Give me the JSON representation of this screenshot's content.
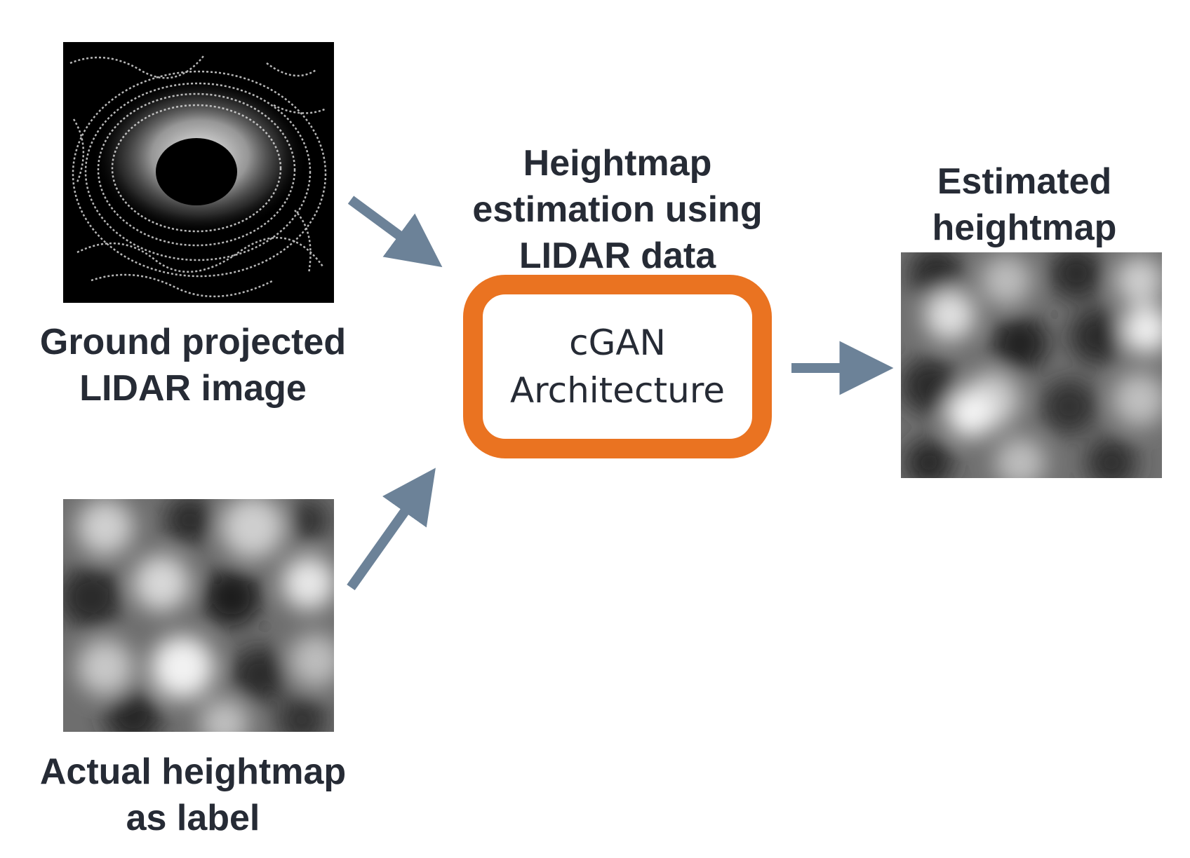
{
  "input_lidar": {
    "caption_line1": "Ground projected",
    "caption_line2": "LIDAR image"
  },
  "input_label": {
    "caption_line1": "Actual heightmap",
    "caption_line2": "as label"
  },
  "model": {
    "heading_line1": "Heightmap",
    "heading_line2": "estimation using",
    "heading_line3": "LIDAR data",
    "box_line1": "cGAN",
    "box_line2": "Architecture"
  },
  "output": {
    "caption_line1": "Estimated",
    "caption_line2": "heightmap"
  },
  "colors": {
    "arrow": "#6c8298",
    "box_border": "#ea7321",
    "text": "#262b35"
  }
}
